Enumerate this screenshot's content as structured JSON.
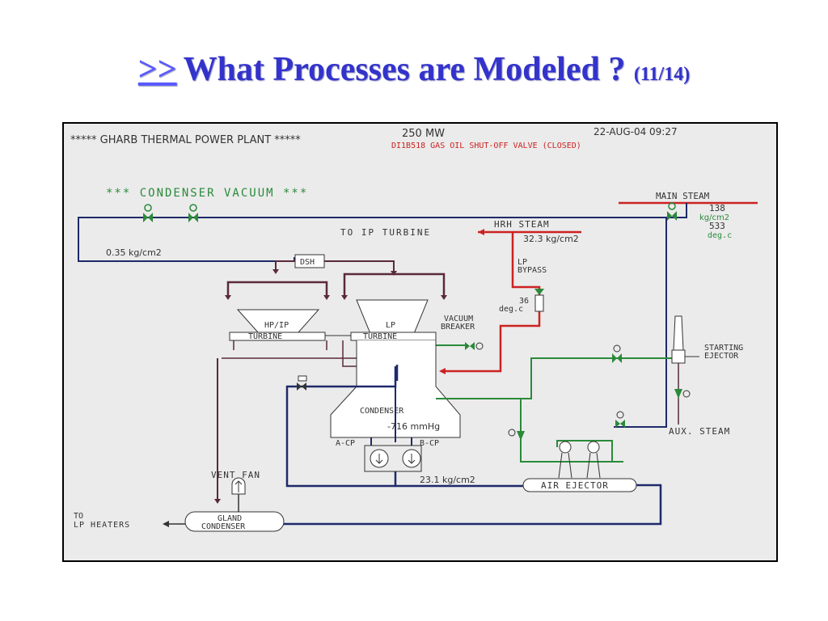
{
  "header": {
    "nav_link": ">>",
    "title": "What Processes are Modeled ?",
    "counter": "(11/14)"
  },
  "diagram": {
    "plant_title": "***** GHARB THERMAL POWER PLANT *****",
    "load": "250 MW",
    "datetime": "22-AUG-04 09:27",
    "alarm": "DI1B518  GAS OIL SHUT-OFF VALVE  (CLOSED)",
    "section_title": "*** CONDENSER  VACUUM ***",
    "labels": {
      "main_steam": "MAIN STEAM",
      "main_steam_pressure": "138",
      "main_steam_pressure_unit": "kg/cm2",
      "main_steam_temp": "533",
      "main_steam_temp_unit": "deg.c",
      "to_ip_turbine": "TO IP TURBINE",
      "hrh_steam": "HRH STEAM",
      "hrh_pressure": "32.3 kg/cm2",
      "pressure_035": "0.35 kg/cm2",
      "dsh": "DSH",
      "lp_bypass_1": "LP",
      "lp_bypass_2": "BYPASS",
      "bypass_temp": "36",
      "bypass_temp_unit": "deg.c",
      "hp_ip_turbine_1": "HP/IP",
      "hp_ip_turbine_2": "TURBINE",
      "lp_turbine_1": "LP",
      "lp_turbine_2": "TURBINE",
      "vacuum_breaker_1": "VACUUM",
      "vacuum_breaker_2": "BREAKER",
      "starting_ejector_1": "STARTING",
      "starting_ejector_2": "EJECTOR",
      "condenser": "CONDENSER",
      "condenser_vacuum": "-716 mmHg",
      "a_cp": "A-CP",
      "b_cp": "B-CP",
      "aux_steam": "AUX. STEAM",
      "vent_fan": "VENT FAN",
      "pressure_231": "23.1 kg/cm2",
      "air_ejector": "AIR EJECTOR",
      "to_lp_heaters_1": "TO",
      "to_lp_heaters_2": "LP HEATERS",
      "gland_condenser_1": "GLAND",
      "gland_condenser_2": "CONDENSER"
    },
    "colors": {
      "steam_line": "#cc2222",
      "vacuum_line": "#2a8a3a",
      "water_line": "#1e2a6a",
      "exhaust_line": "#5a2a3a",
      "title_blue": "#3333cc"
    }
  }
}
